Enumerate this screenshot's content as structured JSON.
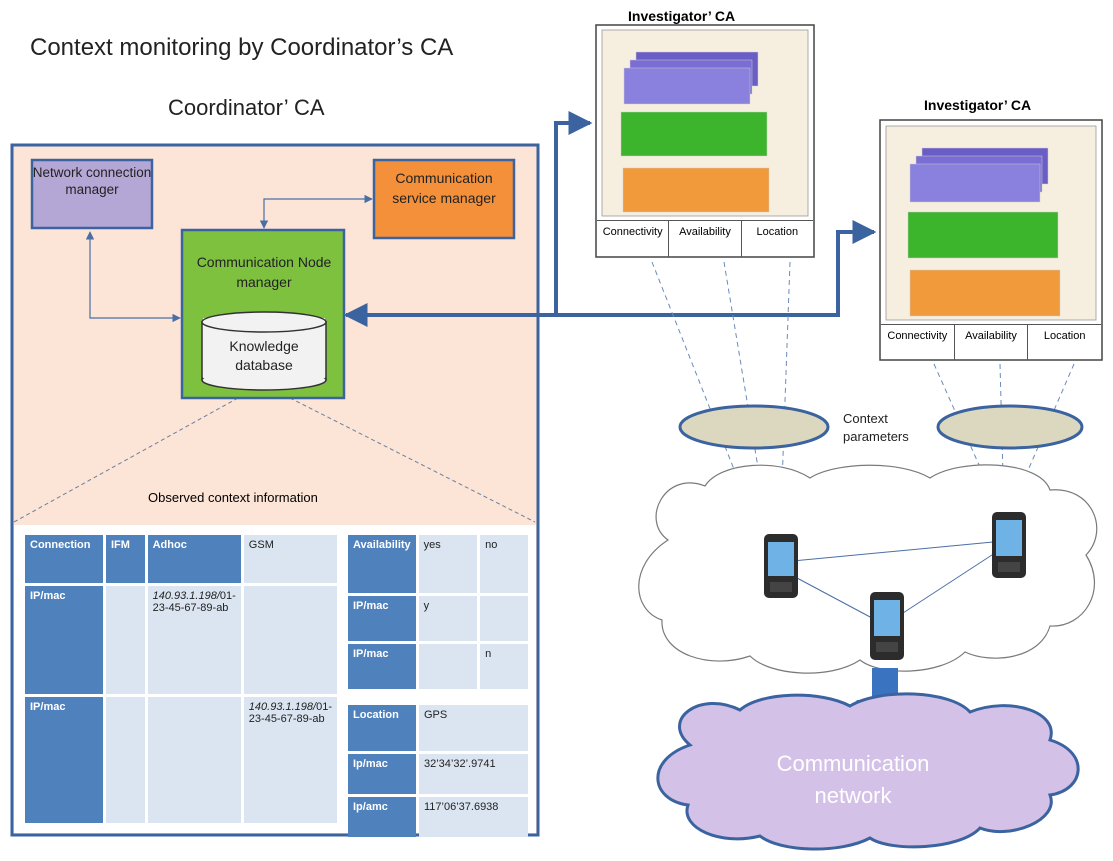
{
  "title": "Context monitoring by Coordinator’s CA",
  "coordinator": {
    "label": "Coordinator’ CA",
    "network_manager": "Network connection manager",
    "service_manager": "Communication service manager",
    "node_manager": "Communication Node manager",
    "knowledge_db": "Knowledge database",
    "observed_label": "Observed context information"
  },
  "connection_table": {
    "headers": [
      "Connection",
      "IFM",
      "Adhoc",
      "GSM"
    ],
    "rows": [
      {
        "label": "IP/mac",
        "ifm": "",
        "adhoc_ip": "140.93.1.198/",
        "adhoc_mac": "01-23-45-67-89-ab",
        "gsm_ip": "",
        "gsm_mac": ""
      },
      {
        "label": "IP/mac",
        "ifm": "",
        "adhoc_ip": "",
        "adhoc_mac": "",
        "gsm_ip": "140.93.1.198/",
        "gsm_mac": "01-23-45-67-89-ab"
      }
    ]
  },
  "availability_table": {
    "headers": [
      "Availability",
      "yes",
      "no"
    ],
    "rows": [
      {
        "label": "IP/mac",
        "yes": "y",
        "no": ""
      },
      {
        "label": "IP/mac",
        "yes": "",
        "no": "n"
      }
    ]
  },
  "location_table": {
    "rows": [
      {
        "label": "Location",
        "value": "GPS"
      },
      {
        "label": "Ip/mac",
        "value": "32’34’32’.9741"
      },
      {
        "label": "Ip/amc",
        "value": "117’06’37.6938"
      }
    ]
  },
  "investigator_1": {
    "title": "Investigator’ CA",
    "labels": [
      "Connectivity",
      "Availability",
      "Location"
    ]
  },
  "investigator_2": {
    "title": "Investigator’ CA",
    "labels": [
      "Connectivity",
      "Availability",
      "Location"
    ]
  },
  "context_parameters": "Context parameters",
  "network_label": "Communication network",
  "colors": {
    "coordinator_bg": "#fce4d6",
    "border_blue": "#3a63a0",
    "purple": "#b4a7d6",
    "orange": "#f4903a",
    "green": "#7ec13f",
    "header_blue": "#4f81bd",
    "cell_blue": "#dbe5f1",
    "ellipse": "#dcd8bf",
    "cloud_purple": "#d4c1e8"
  }
}
